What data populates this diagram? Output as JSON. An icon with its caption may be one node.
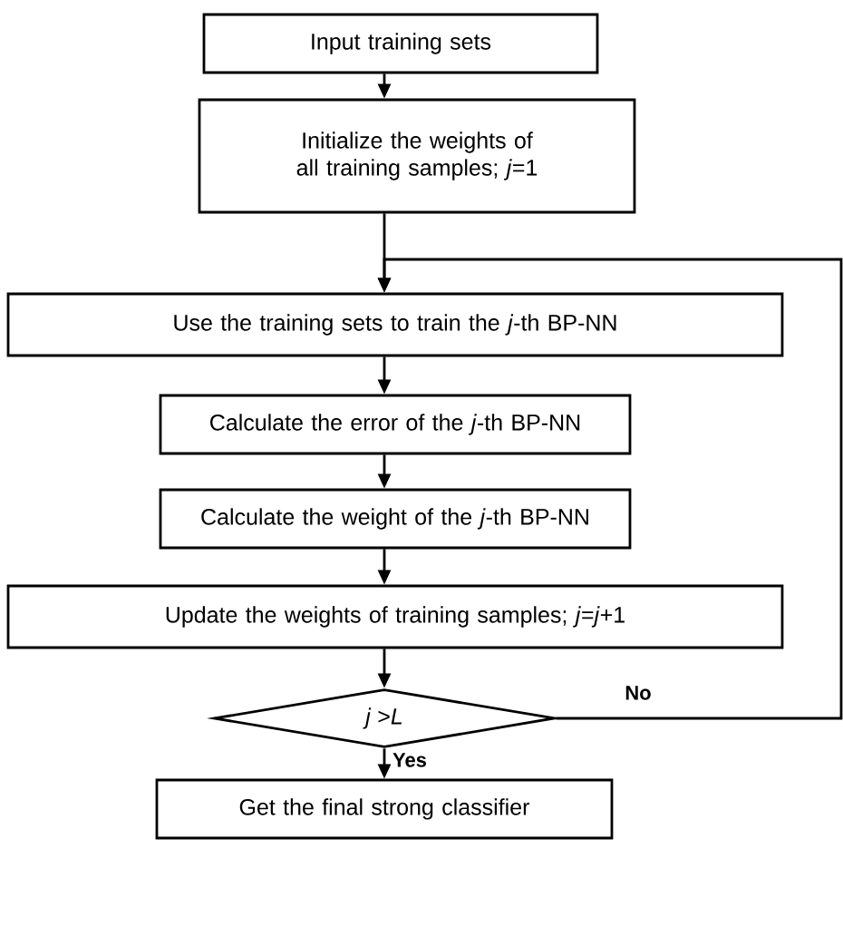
{
  "diagram": {
    "nodes": [
      {
        "text": [
          "Input training sets"
        ]
      },
      {
        "text": [
          "Initialize the weights of all training samples; *j*=1"
        ]
      },
      {
        "text": [
          "Use the training sets to train the *j*-th BP-NN"
        ]
      },
      {
        "text": [
          "Calculate the error of the *j*-th BP-NN"
        ]
      },
      {
        "text": [
          "Calculate the weight of the *j*-th BP-NN"
        ]
      },
      {
        "text": [
          "Update the weights of training samples; *j*=*j*+1"
        ]
      },
      {
        "text": [
          "*j* >*L*"
        ]
      },
      {
        "text": [
          "Get the final strong classifier"
        ]
      }
    ],
    "edges": [
      {
        "from": 0,
        "to": 1,
        "arrow": "to"
      },
      {
        "from": 1,
        "to": 2,
        "arrow": "to"
      },
      {
        "from": 2,
        "to": 3,
        "arrow": "to"
      },
      {
        "from": 3,
        "to": 4,
        "arrow": "to"
      },
      {
        "from": 4,
        "to": 5,
        "arrow": "to"
      },
      {
        "from": 5,
        "to": 6,
        "arrow": "to"
      },
      {
        "from": 6,
        "to": 7,
        "arrow": "to",
        "label": "Yes"
      },
      {
        "from": 6,
        "to": 2,
        "arrow": "to",
        "label": "No"
      }
    ]
  }
}
